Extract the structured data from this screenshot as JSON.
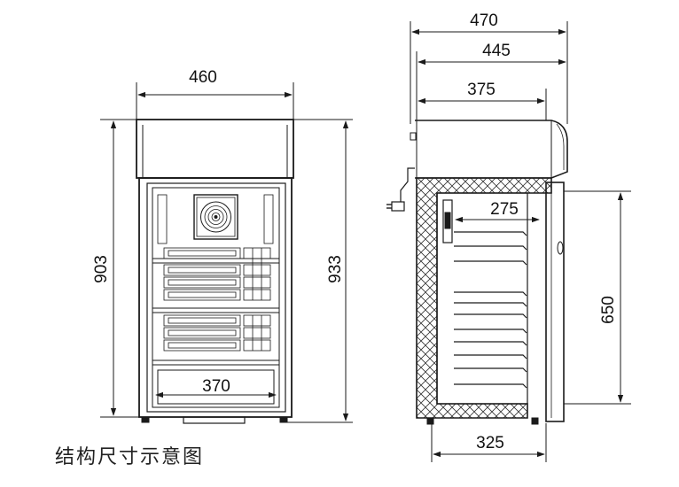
{
  "caption": "结构尺寸示意图",
  "front_view": {
    "width_label": "460",
    "inner_height_label": "903",
    "total_height_label": "933",
    "inner_width_label": "370"
  },
  "side_view": {
    "depth_total_label": "470",
    "depth_body_label": "445",
    "depth_top_label": "375",
    "shelf_depth_label": "275",
    "door_height_label": "650",
    "base_depth_label": "325"
  },
  "colors": {
    "line": "#1a1a1a",
    "background": "#ffffff"
  }
}
